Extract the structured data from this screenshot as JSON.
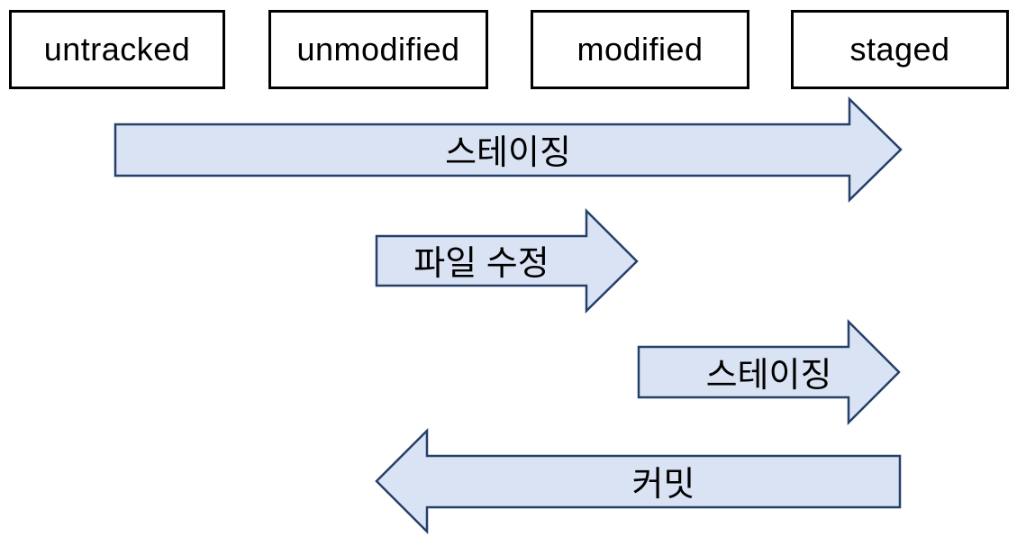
{
  "diagram": {
    "type": "git-file-lifecycle",
    "states": [
      {
        "label": "untracked"
      },
      {
        "label": "unmodified"
      },
      {
        "label": "modified"
      },
      {
        "label": "staged"
      }
    ],
    "arrows": [
      {
        "label": "스테이징",
        "direction": "right",
        "from": "untracked",
        "to": "staged"
      },
      {
        "label": "파일 수정",
        "direction": "right",
        "from": "unmodified",
        "to": "modified"
      },
      {
        "label": "스테이징",
        "direction": "right",
        "from": "modified",
        "to": "staged"
      },
      {
        "label": "커밋",
        "direction": "left",
        "from": "staged",
        "to": "unmodified"
      }
    ]
  },
  "colors": {
    "arrow_fill": "#dae3f3",
    "arrow_stroke": "#24406b",
    "box_border": "#000000",
    "box_fill": "#ffffff",
    "text": "#000000",
    "background": "#ffffff"
  }
}
